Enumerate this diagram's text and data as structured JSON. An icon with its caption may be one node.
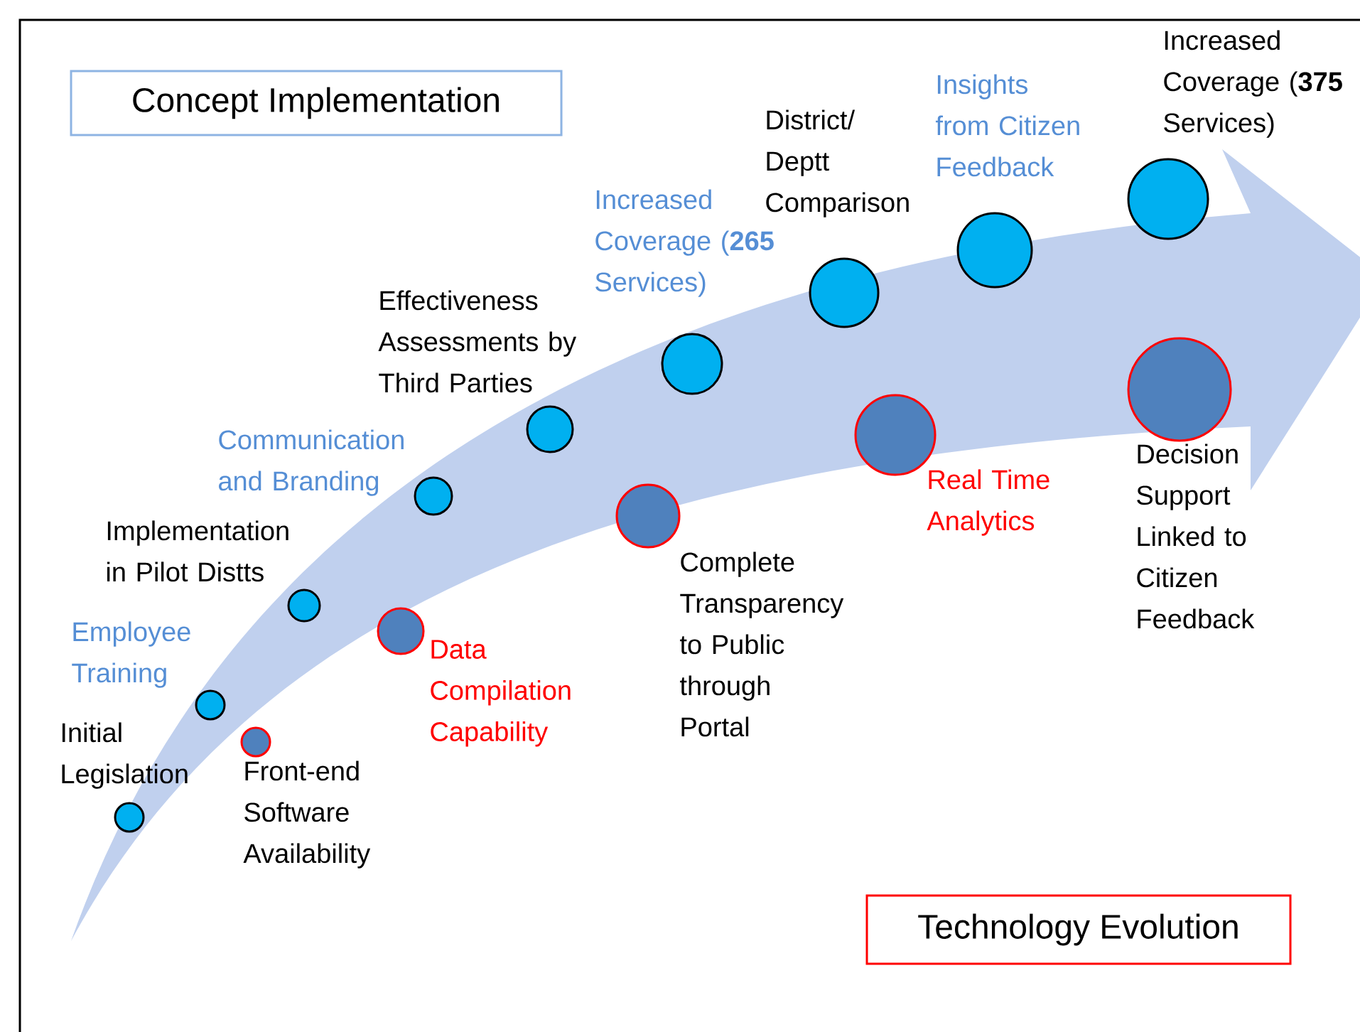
{
  "diagram": {
    "nodes": [
      {
        "text": [
          "Concept Implementation"
        ]
      },
      {
        "text": [
          "Initial Legislation"
        ]
      },
      {
        "text": [
          "Employee Training"
        ]
      },
      {
        "text": [
          "Implementation in Pilot Distts"
        ]
      },
      {
        "text": [
          "Communication and Branding"
        ]
      },
      {
        "text": [
          "Effectiveness Assessments by Third Parties"
        ]
      },
      {
        "text": [
          "Increased Coverage (**265** Services)"
        ]
      },
      {
        "text": [
          "District/ Deptt Comparison"
        ]
      },
      {
        "text": [
          "Insights from Citizen Feedback"
        ]
      },
      {
        "text": [
          "Increased Coverage (**375** Services)"
        ]
      },
      {
        "text": [
          "Front-end Software Availability"
        ]
      },
      {
        "text": [
          "Data Compilation Capability"
        ]
      },
      {
        "text": [
          "Complete Transparency to Public through Portal"
        ]
      },
      {
        "text": [
          "Real Time Analytics"
        ]
      },
      {
        "text": [
          "Decision Support Linked to Citizen Feedback"
        ]
      },
      {
        "text": [
          "Technology Evolution"
        ]
      }
    ]
  }
}
